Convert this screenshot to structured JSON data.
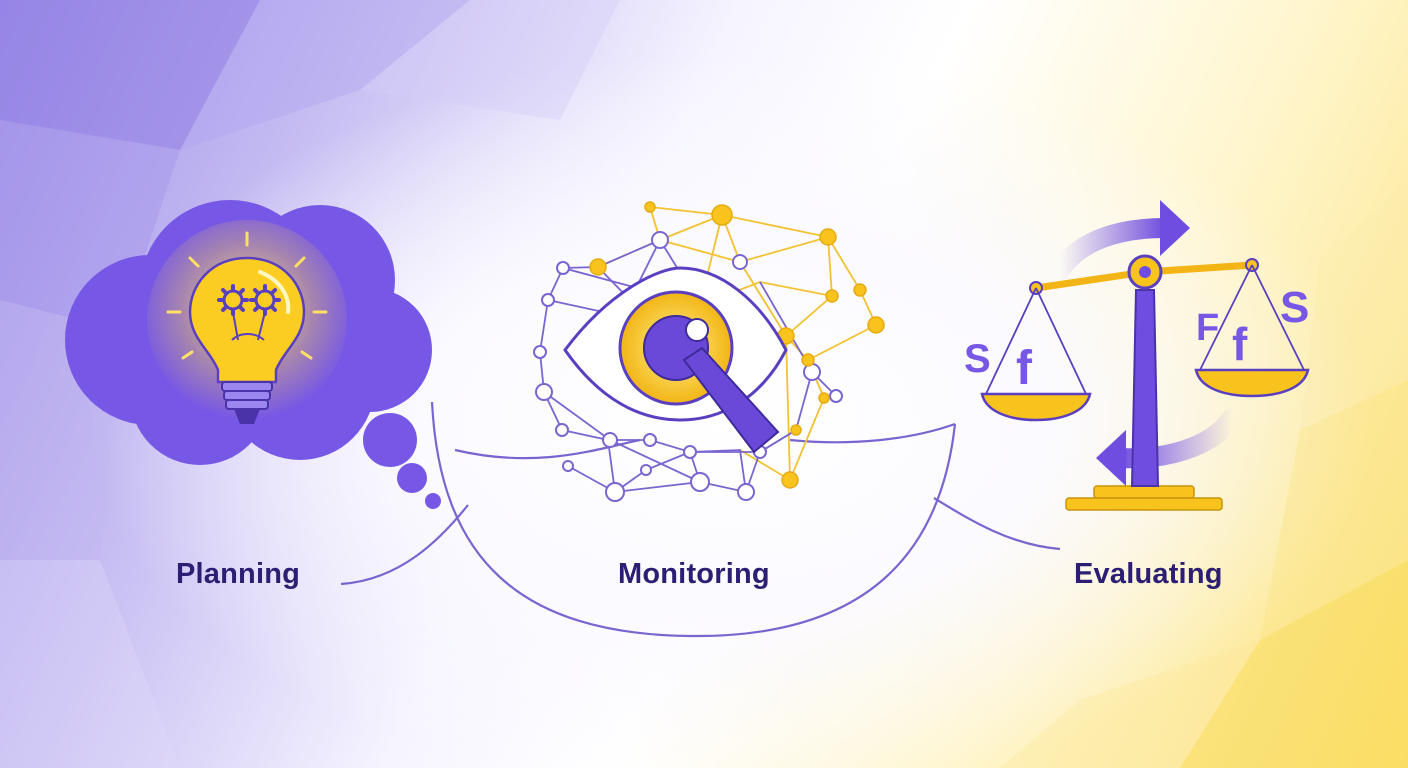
{
  "stages": [
    {
      "id": "planning",
      "label": "Planning",
      "icon": "lightbulb-thought-cloud-icon"
    },
    {
      "id": "monitoring",
      "label": "Monitoring",
      "icon": "eye-network-icon"
    },
    {
      "id": "evaluating",
      "label": "Evaluating",
      "icon": "balance-scale-icon"
    }
  ],
  "scale_symbols": {
    "left_pan": [
      "S",
      "f"
    ],
    "right_pan": [
      "F",
      "f",
      "S"
    ]
  },
  "colors": {
    "purple": "#7b5ae8",
    "deep_purple": "#2c1e72",
    "yellow": "#f7c31c",
    "line": "#7a65d0"
  }
}
